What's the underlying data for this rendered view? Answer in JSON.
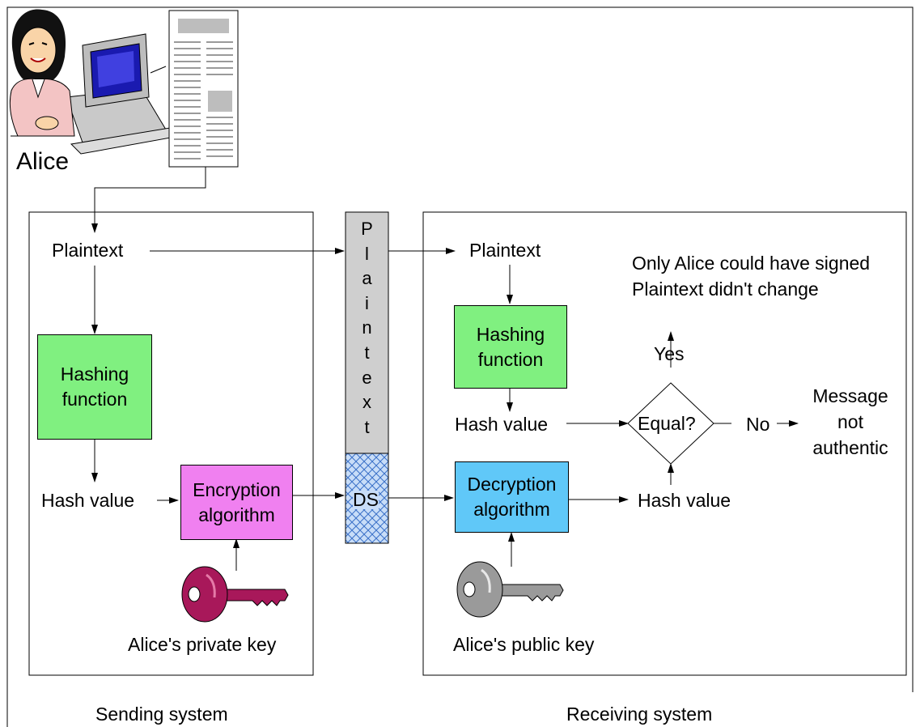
{
  "actors": {
    "sender_name": "Alice"
  },
  "sending_system": {
    "caption": "Sending system",
    "plaintext": "Plaintext",
    "hashing_function": [
      "Hashing",
      "function"
    ],
    "hash_value": "Hash value",
    "encryption_algorithm": [
      "Encryption",
      "algorithm"
    ],
    "private_key_label": "Alice's private key"
  },
  "channel": {
    "plaintext_letters": [
      "P",
      "l",
      "a",
      "i",
      "n",
      "t",
      "e",
      "x",
      "t"
    ],
    "ds_label": "DS"
  },
  "receiving_system": {
    "caption": "Receiving system",
    "plaintext": "Plaintext",
    "hashing_function": [
      "Hashing",
      "function"
    ],
    "hash_value_top": "Hash value",
    "decryption_algorithm": [
      "Decryption",
      "algorithm"
    ],
    "hash_value_bottom": "Hash value",
    "public_key_label": "Alice's public key",
    "decision": "Equal?",
    "yes_label": "Yes",
    "no_label": "No",
    "success_lines": [
      "Only Alice could have signed",
      "Plaintext didn't change"
    ],
    "failure_lines": [
      "Message",
      "not",
      "authentic"
    ]
  },
  "colors": {
    "hashing_box": "#80f080",
    "encryption_box": "#f080f0",
    "decryption_box": "#60c8f8",
    "channel_plaintext": "#cfcfcf",
    "channel_ds": "#c8ddf8",
    "private_key": "#a8185a",
    "public_key": "#9a9a9a"
  },
  "icons": [
    "woman-at-computer-icon",
    "document-icon",
    "private-key-icon",
    "public-key-icon"
  ]
}
